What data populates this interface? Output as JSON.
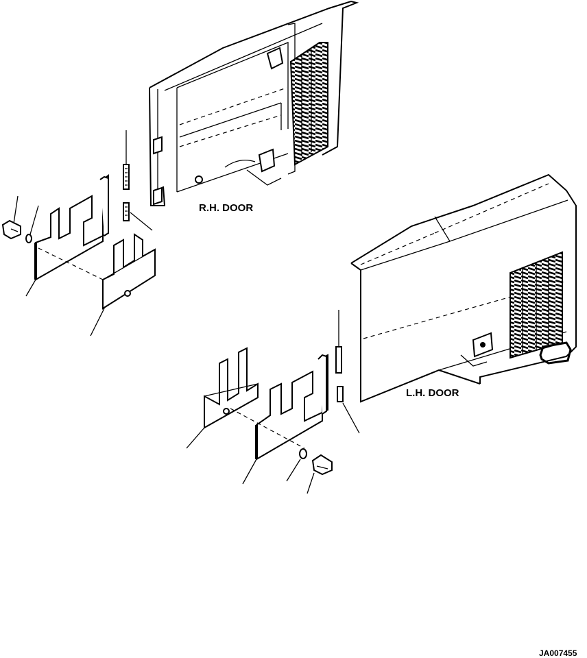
{
  "labels": {
    "rh_door": "R.H. DOOR",
    "lh_door": "L.H. DOOR",
    "drawing_code": "JA007455"
  }
}
